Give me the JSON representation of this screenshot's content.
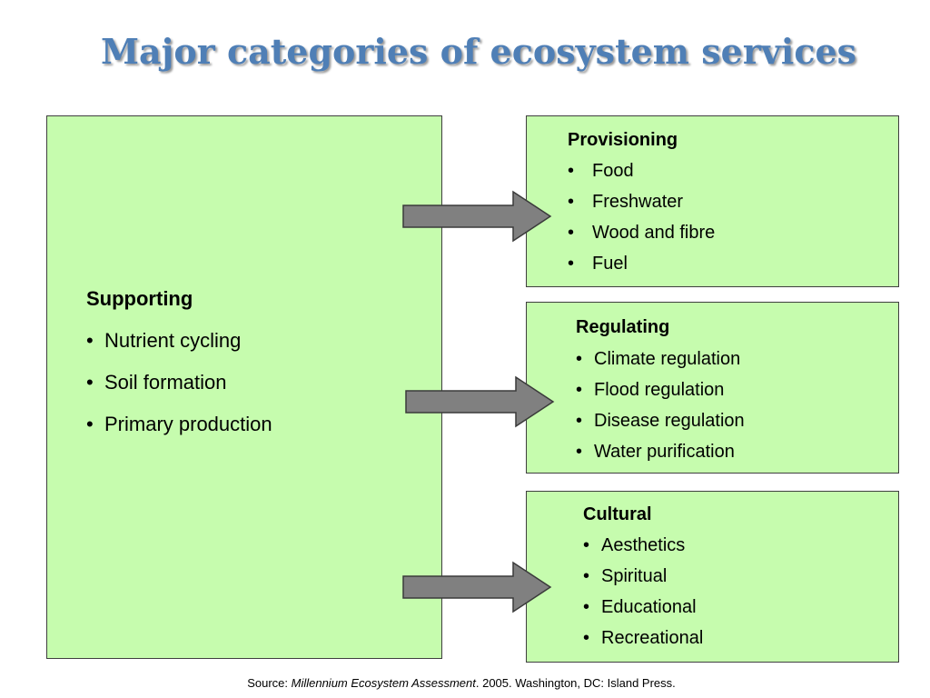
{
  "title": "Major categories of ecosystem services",
  "supporting": {
    "heading": "Supporting",
    "items": [
      "Nutrient cycling",
      "Soil formation",
      "Primary production"
    ]
  },
  "provisioning": {
    "heading": "Provisioning",
    "items": [
      "Food",
      "Freshwater",
      "Wood and fibre",
      "Fuel"
    ]
  },
  "regulating": {
    "heading": "Regulating",
    "items": [
      "Climate regulation",
      "Flood regulation",
      "Disease regulation",
      "Water purification"
    ]
  },
  "cultural": {
    "heading": "Cultural",
    "items": [
      "Aesthetics",
      "Spiritual",
      "Educational",
      "Recreational"
    ]
  },
  "bullet": "•",
  "source": {
    "prefix": "Source: ",
    "work": "Millennium Ecosystem Assessment",
    "suffix": ". 2005. Washington, DC: Island Press."
  },
  "colors": {
    "title": "#4f7fb6",
    "box_fill": "#c6fcae",
    "box_border": "#3f3f3f",
    "arrow_fill": "#808080",
    "arrow_stroke": "#3a3a3a"
  }
}
